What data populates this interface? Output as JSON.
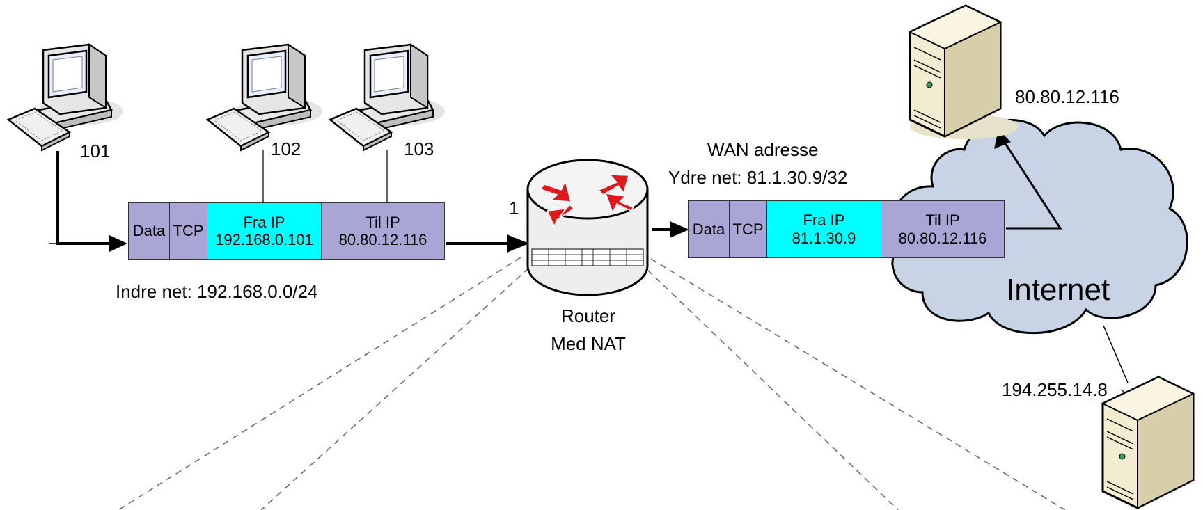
{
  "hosts": [
    {
      "label": "101"
    },
    {
      "label": "102"
    },
    {
      "label": "103"
    }
  ],
  "router": {
    "label_line1": "Router",
    "label_line2": "Med NAT",
    "port_label": "1"
  },
  "inner_net": {
    "label": "Indre net: 192.168.0.0/24"
  },
  "wan": {
    "line1": "WAN adresse",
    "line2": "Ydre net: 81.1.30.9/32"
  },
  "packet_inside": {
    "data": "Data",
    "tcp": "TCP",
    "from_title": "Fra IP",
    "from_value": "192.168.0.101",
    "to_title": "Til IP",
    "to_value": "80.80.12.116"
  },
  "packet_outside": {
    "data": "Data",
    "tcp": "TCP",
    "from_title": "Fra IP",
    "from_value": "81.1.30.9",
    "to_title": "Til IP",
    "to_value": "80.80.12.116"
  },
  "internet": {
    "label": "Internet"
  },
  "servers": [
    {
      "label": "80.80.12.116"
    },
    {
      "label": "194.255.14.8"
    }
  ],
  "colors": {
    "packet_purple": "#a9a5d4",
    "packet_cyan": "#00ffff",
    "cloud_fill": "#c9d3e6",
    "arrow_red": "#e3161b"
  }
}
